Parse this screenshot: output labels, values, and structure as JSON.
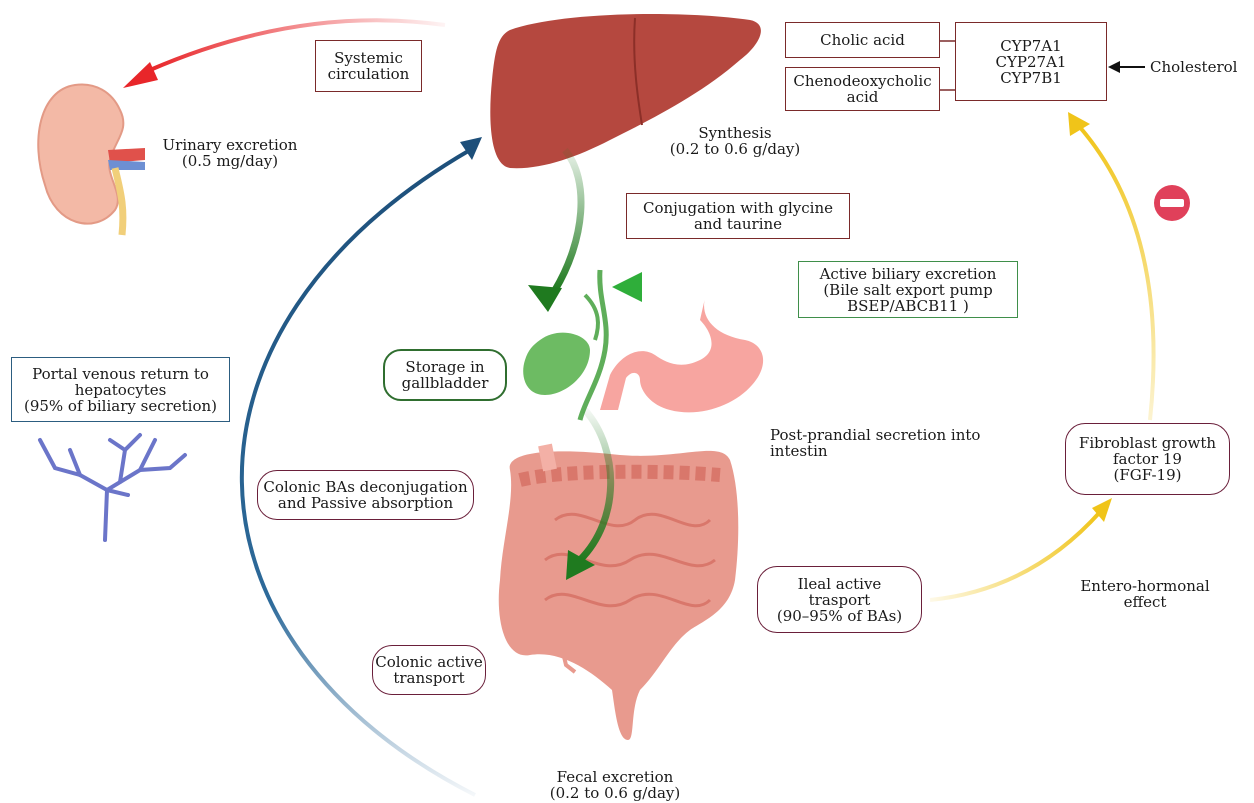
{
  "labels": {
    "systemic": [
      "Systemic",
      "circulation"
    ],
    "cholic": "Cholic acid",
    "cheno": [
      "Chenodeoxycholic",
      "acid"
    ],
    "cyp": [
      "CYP7A1",
      "CYP27A1",
      "CYP7B1"
    ],
    "cholesterol": "Cholesterol",
    "urinary": [
      "Urinary excretion",
      "(0.5 mg/day)"
    ],
    "synthesis": [
      "Synthesis",
      "(0.2 to 0.6 g/day)"
    ],
    "conjugation": [
      "Conjugation with glycine",
      "and taurine"
    ],
    "active_biliary": [
      "Active biliary excretion",
      "(Bile salt export pump",
      "BSEP/ABCB11 )"
    ],
    "storage": [
      "Storage in",
      "gallbladder"
    ],
    "portal": [
      "Portal venous return to",
      "hepatocytes",
      "(95% of biliary secretion)"
    ],
    "postprandial": [
      "Post-prandial secretion into",
      "intestin"
    ],
    "fgf": [
      "Fibroblast growth",
      "factor 19",
      "(FGF-19)"
    ],
    "colonic_deconj": [
      "Colonic BAs deconjugation",
      "and Passive absorption"
    ],
    "ileal": [
      "Ileal active",
      "trasport",
      "(90–95% of BAs)"
    ],
    "entero": [
      "Entero-hormonal",
      "effect"
    ],
    "colonic_active": [
      "Colonic active",
      "transport"
    ],
    "fecal": [
      "Fecal excretion",
      "(0.2 to 0.6 g/day)"
    ]
  },
  "colors": {
    "red_arrow": "#e8262a",
    "blue_arrow": "#1d4f7a",
    "green_arrow": "#1f7a1f",
    "yellow_arrow": "#f0c419",
    "liver": "#b5483f",
    "intestine": "#e89a8e",
    "gallbladder": "#5fae5a",
    "inhibit": "#e0405a"
  },
  "icons": [
    "kidney-icon",
    "liver-icon",
    "gallbladder-icon",
    "stomach-icon",
    "intestine-icon",
    "portal-vein-icon",
    "inhibition-icon"
  ]
}
